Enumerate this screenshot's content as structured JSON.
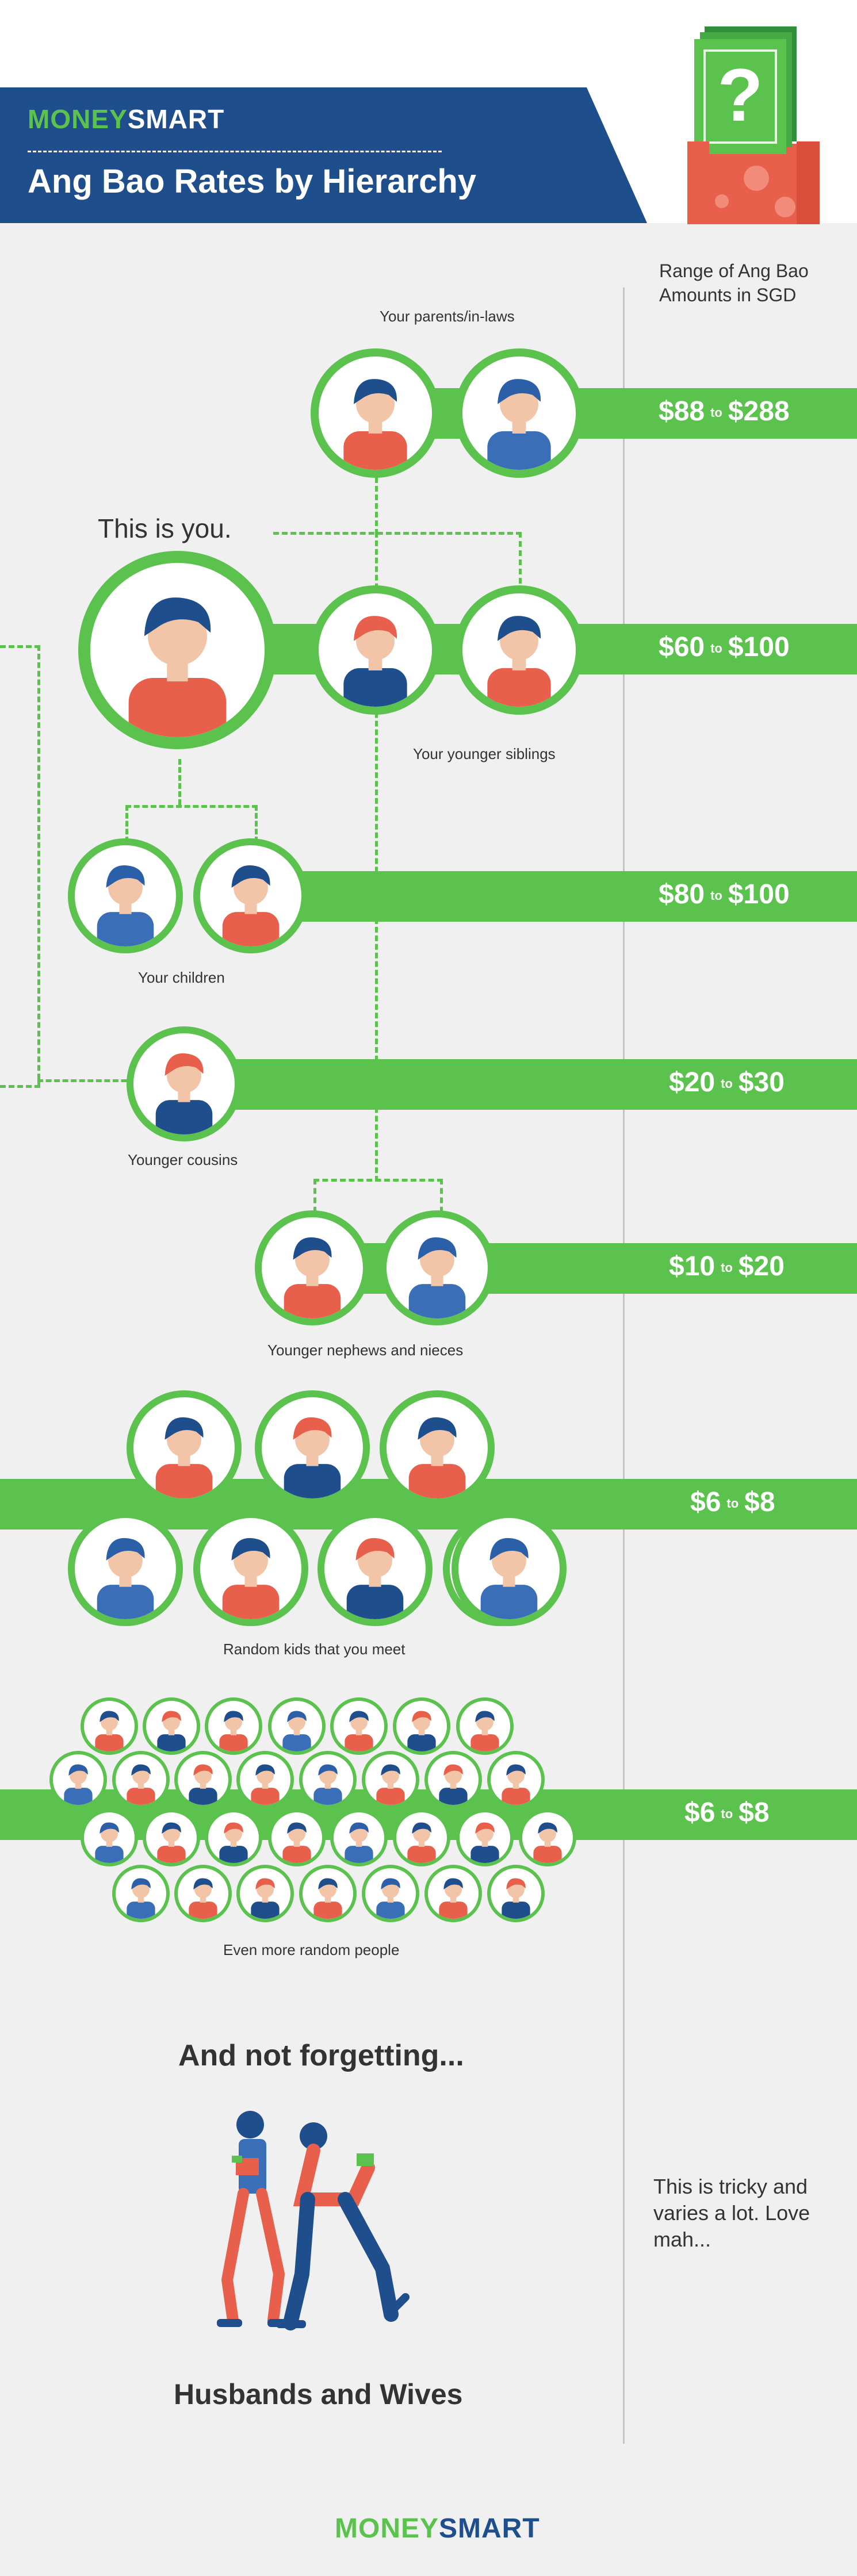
{
  "brand": {
    "money": "MONEY",
    "smart": "SMART"
  },
  "title": "Ang Bao Rates by Hierarchy",
  "range_header": "Range of Ang Bao Amounts in SGD",
  "to_word": "to",
  "this_is_you": "This is you.",
  "tiers": [
    {
      "label": "Your parents/in-laws",
      "low": "$88",
      "high": "$288"
    },
    {
      "label": "Your younger siblings",
      "low": "$60",
      "high": "$100"
    },
    {
      "label": "Your children",
      "low": "$80",
      "high": "$100"
    },
    {
      "label": "Younger cousins",
      "low": "$20",
      "high": "$30"
    },
    {
      "label": "Younger nephews and nieces",
      "low": "$10",
      "high": "$20"
    },
    {
      "label": "Random kids that you meet",
      "low": "$6",
      "high": "$8"
    },
    {
      "label": "Even more random people",
      "low": "$6",
      "high": "$8"
    }
  ],
  "not_forgetting": "And not forgetting...",
  "husbands_wives": "Husbands and Wives",
  "tricky_note": "This is tricky and varies a lot. Love mah...",
  "colors": {
    "green": "#5bc24e",
    "navy": "#1f4e8c",
    "coral": "#e8604c",
    "grey_line": "#c4c4c4",
    "background": "#f0f0f0"
  },
  "icons": [
    "question-mark-icon",
    "money-box-icon"
  ]
}
